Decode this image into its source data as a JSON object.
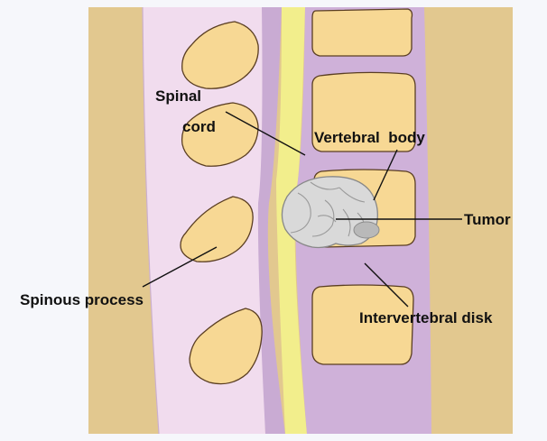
{
  "labels": {
    "spinal_cord_line1": "Spinal",
    "spinal_cord_line2": "cord",
    "vertebral_body": "Vertebral  body",
    "tumor": "Tumor",
    "spinous_process": "Spinous process",
    "intervertebral_disk": "Intervertebral disk"
  },
  "colors": {
    "background": "#f6f7fb",
    "outer_tissue": "#e2c88f",
    "lamina_region": "#f1dcee",
    "dura_membrane": "#c9abd3",
    "spinal_cord": "#f2ee8c",
    "vertebral_column": "#cfb1d9",
    "bone": "#f7d894",
    "bone_outline": "#5a3e22",
    "tumor": "#d9d9d9",
    "tumor_outline": "#888888",
    "leader_line": "#111111"
  }
}
